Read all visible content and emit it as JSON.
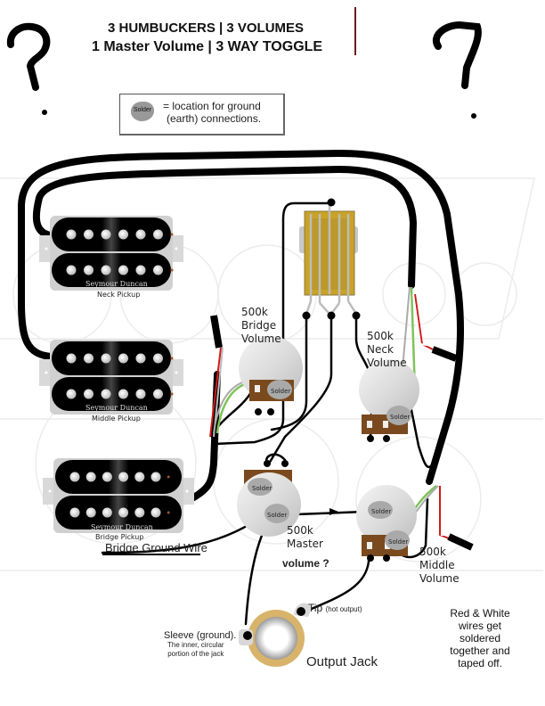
{
  "header": {
    "line1": "3 HUMBUCKERS | 3 VOLUMES",
    "line2": "1 Master Volume  | 3 WAY TOGGLE"
  },
  "annotations": {
    "question_marks": [
      "?",
      "?"
    ]
  },
  "legend": {
    "symbol_label": "Solder",
    "text_line1": "= location for ground",
    "text_line2": "(earth) connections."
  },
  "pickups": [
    {
      "brand": "Seymour Duncan",
      "label": "Neck Pickup"
    },
    {
      "brand": "Seymour Duncan",
      "label": "Middle Pickup"
    },
    {
      "brand": "Seymour Duncan",
      "label": "Bridge Pickup"
    }
  ],
  "pots": [
    {
      "value": "500k",
      "name_line1": "Bridge",
      "name_line2": "Volume",
      "solder": "Solder"
    },
    {
      "value": "500k",
      "name_line1": "Neck",
      "name_line2": "Volume",
      "solder": "Solder"
    },
    {
      "value": "500k",
      "name_line1": "Master",
      "name_line2": "volume ?",
      "solder": "Solder"
    },
    {
      "value": "500k",
      "name_line1": "Middle",
      "name_line2": "Volume",
      "solder": "Solder"
    }
  ],
  "wires": {
    "bridge_ground": "Bridge Ground Wire"
  },
  "jack": {
    "title": "Output Jack",
    "tip_label": "Tip",
    "tip_note": "(hot output)",
    "sleeve_label": "Sleeve (ground).",
    "sleeve_note1": "The inner, circular",
    "sleeve_note2": "portion of the jack"
  },
  "notes": {
    "line1": "Red & White",
    "line2": "wires get",
    "line3": "soldered",
    "line4": "together and",
    "line5": "taped off."
  },
  "colors": {
    "wire": "#000000",
    "switch_body": "#c9a227",
    "pot_tab": "#7a4a1e",
    "ground_wire": "#7fc35a",
    "hot_red": "#d01a1a",
    "solder": "#a9a9a9",
    "jack_ring": "#d8b36a"
  }
}
